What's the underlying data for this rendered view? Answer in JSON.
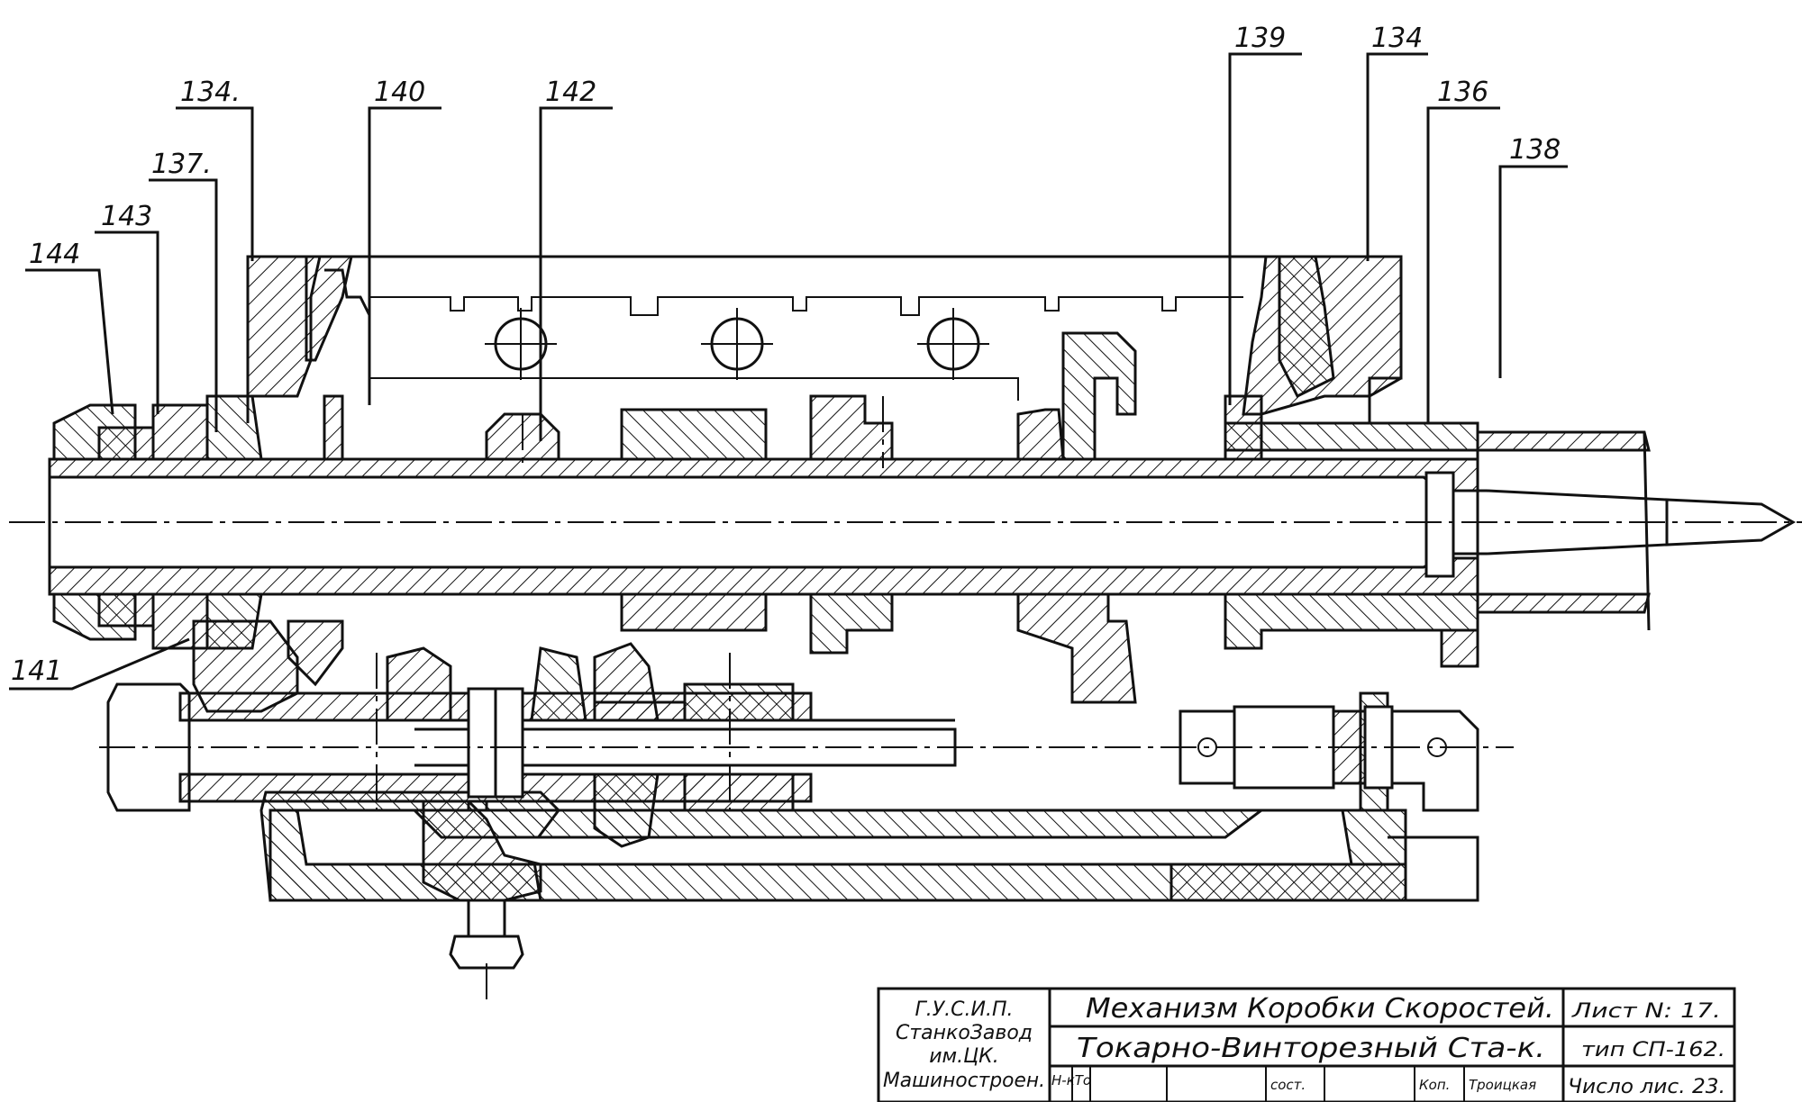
{
  "drawing": {
    "part_labels": [
      "134.",
      "140",
      "142",
      "139",
      "134",
      "136",
      "138",
      "137.",
      "143",
      "144",
      "141"
    ]
  },
  "title_block": {
    "org": [
      "Г.У.С.И.П.",
      "СтанкоЗавод",
      "им.ЦК.",
      "Машиностроен."
    ],
    "title": "Механизм Коробки Скоростей.",
    "subtitle": "Токарно-Винторезный Ста-к.",
    "sheet": "Лист N: 17.",
    "type": "тип СП-162.",
    "sheets_total": "Число лис. 23.",
    "bottom_row": {
      "nkto": "Н-кТо",
      "sost": "сост.",
      "kop": "Коп.",
      "name": "Троицкая"
    }
  }
}
